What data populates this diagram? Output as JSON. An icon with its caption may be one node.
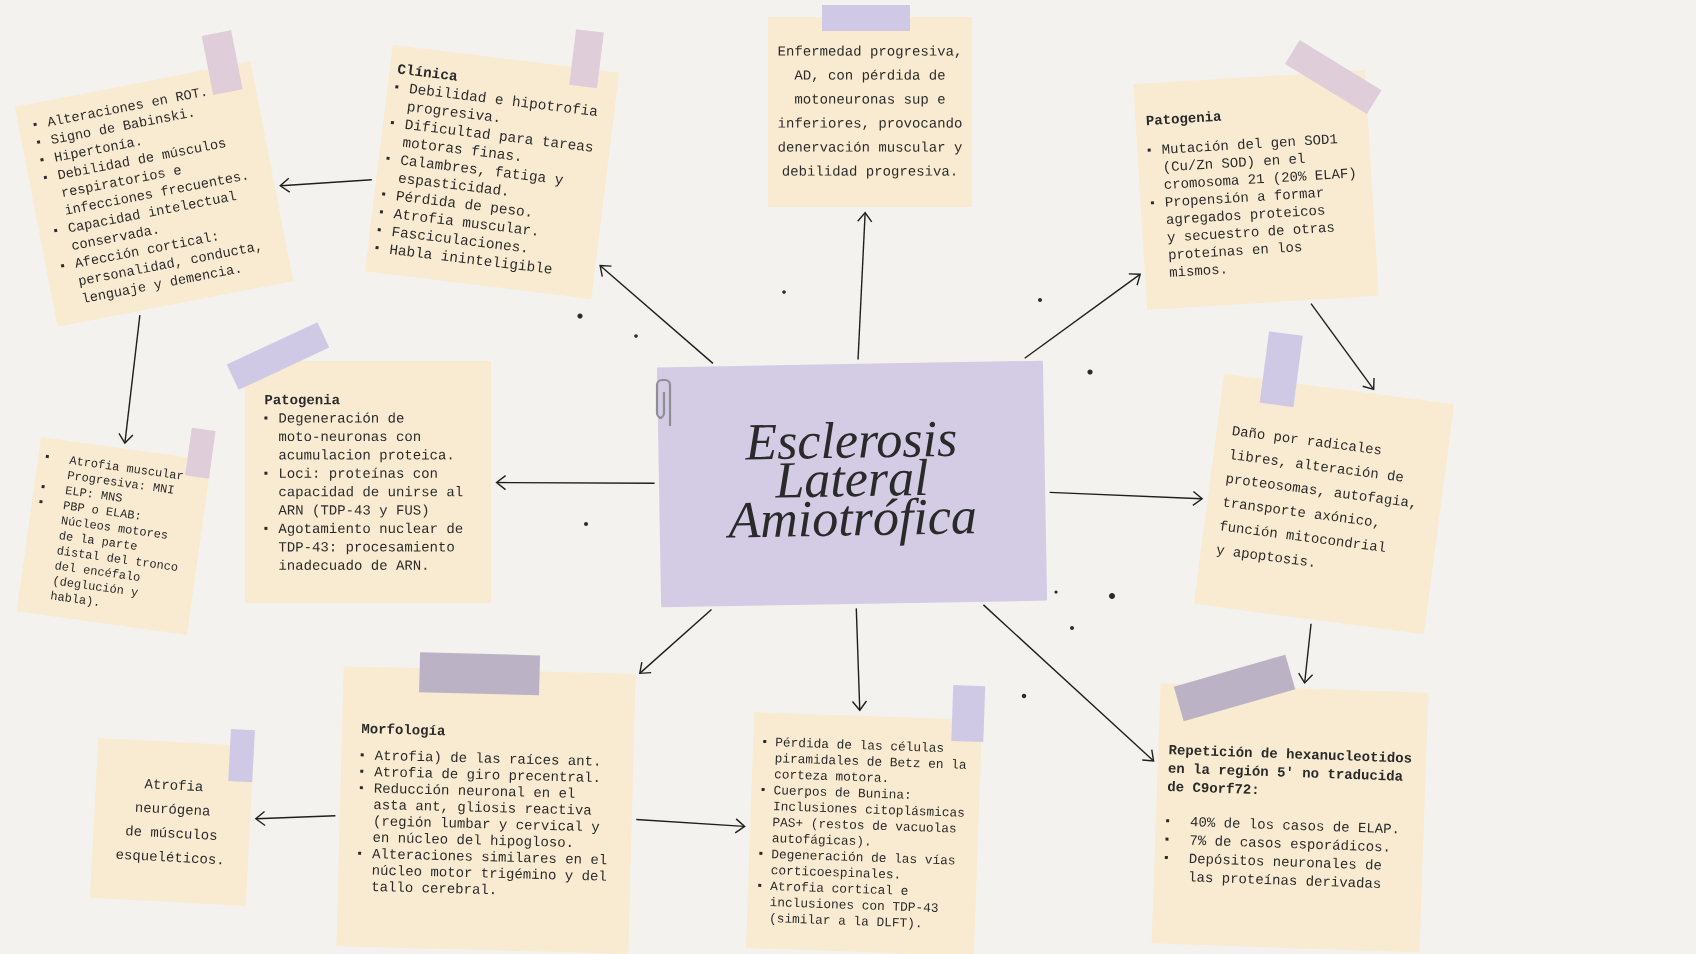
{
  "diagram": {
    "nodes": [
      {
        "text": [
          "Esclerosis Lateral Amiotrófica"
        ]
      },
      {
        "text": [
          "Clínica",
          "Debilidad e hipotrofia progresiva.",
          "Dificultad para tareas motoras finas.",
          "Calambres, fatiga y espasticidad.",
          "Pérdida de peso.",
          "Atrofia muscular.",
          "Fasciculaciones.",
          "Habla ininteligible"
        ]
      },
      {
        "text": [
          "Alteraciones en ROT.",
          "Signo de Babinski.",
          "Hipertonía.",
          "Debilidad de músculos respiratorios e infecciones frecuentes.",
          "Capacidad intelectual conservada.",
          "Afección cortical: personalidad, conducta, lenguaje y demencia."
        ]
      },
      {
        "text": [
          "Enfermedad progresiva, AD, con pérdida de motoneuronas sup e inferiores, provocando denervación muscular y debilidad progresiva."
        ]
      },
      {
        "text": [
          "Patogenia",
          "Mutación del gen SOD1 (Cu/Zn SOD) en el cromosoma 21 (20% ELAF)",
          "Propensión a formar agregados proteicos y secuestro de otras proteínas en los mismos."
        ]
      },
      {
        "text": [
          "Atrofia muscular Progresiva: MNI",
          "ELP: MNS",
          "PBP o ELAB: Núcleos motores de la parte distal del tronco del encéfalo (deglución y habla)."
        ]
      },
      {
        "text": [
          "Patogenia",
          "Degeneración de moto-neuronas con acumulacion proteica.",
          "Loci: proteínas con capacidad de unirse al ARN (TDP-43 y FUS)",
          "Agotamiento nuclear de TDP-43: procesamiento inadecuado de ARN."
        ]
      },
      {
        "text": [
          "Daño por radicales libres, alteración de proteosomas, autofagia, transporte axónico, función mitocondrial y apoptosis."
        ]
      },
      {
        "text": [
          "Atrofia neurógena de músculos esqueléticos."
        ]
      },
      {
        "text": [
          "Morfología",
          "Atrofia) de las raíces ant.",
          "Atrofia de giro precentral.",
          "Reducción neuronal en el asta ant, gliosis reactiva (región lumbar y cervical y en núcleo del hipogloso.",
          "Alteraciones similares en el núcleo motor trigémino y del tallo cerebral."
        ]
      },
      {
        "text": [
          "Pérdida de las células piramidales de Betz en la corteza motora.",
          "Cuerpos de Bunina: Inclusiones citoplásmicas PAS+ (restos de vacuolas autofágicas).",
          "Degeneración de las vías corticoespinales.",
          "Atrofia cortical e inclusiones con TDP-43 (similar a la DLFT)."
        ]
      },
      {
        "text": [
          "Repetición de hexanucleotidos en la región 5' no traducida de C9orf72:",
          "40% de los casos de ELAP.",
          "7% de casos esporádicos.",
          "Depósitos neuronales de las proteínas derivadas"
        ]
      }
    ],
    "edges": [
      {
        "from": 0,
        "to": 1,
        "arrow": "to"
      },
      {
        "from": 1,
        "to": 2,
        "arrow": "to"
      },
      {
        "from": 2,
        "to": 5,
        "arrow": "to"
      },
      {
        "from": 0,
        "to": 3,
        "arrow": "to"
      },
      {
        "from": 0,
        "to": 4,
        "arrow": "to"
      },
      {
        "from": 4,
        "to": 7,
        "arrow": "to"
      },
      {
        "from": 0,
        "to": 7,
        "arrow": "to"
      },
      {
        "from": 0,
        "to": 6,
        "arrow": "to"
      },
      {
        "from": 0,
        "to": 9,
        "arrow": "to"
      },
      {
        "from": 9,
        "to": 8,
        "arrow": "to"
      },
      {
        "from": 9,
        "to": 10,
        "arrow": "to"
      },
      {
        "from": 0,
        "to": 10,
        "arrow": "to"
      },
      {
        "from": 7,
        "to": 11,
        "arrow": "to"
      },
      {
        "from": 0,
        "to": 11,
        "arrow": "to"
      }
    ]
  }
}
